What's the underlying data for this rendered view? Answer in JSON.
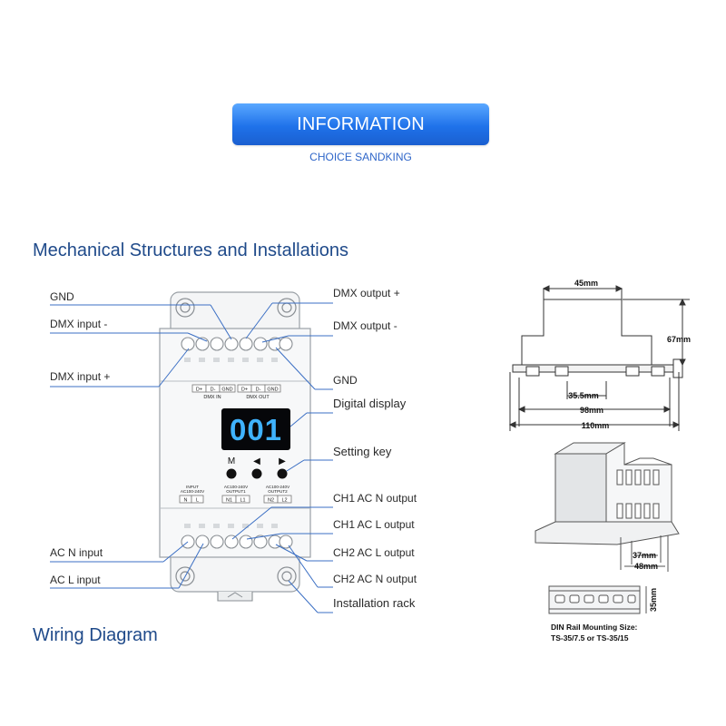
{
  "banner": {
    "title": "INFORMATION",
    "subtitle": "CHOICE SANDKING"
  },
  "headings": {
    "mechanical": "Mechanical Structures and Installations",
    "wiring": "Wiring Diagram"
  },
  "left_labels": {
    "gnd": "GND",
    "dmx_input_minus": "DMX input -",
    "dmx_input_plus": "DMX input +",
    "ac_n_input": "AC N input",
    "ac_l_input": "AC L input"
  },
  "right_labels": {
    "dmx_output_plus": "DMX output +",
    "dmx_output_minus": "DMX output -",
    "gnd": "GND",
    "digital_display": "Digital display",
    "setting_key": "Setting key",
    "ch1_ac_n_output": "CH1 AC N output",
    "ch1_ac_l_output": "CH1 AC L output",
    "ch2_ac_l_output": "CH2 AC L output",
    "ch2_ac_n_output": "CH2 AC N output",
    "installation_rack": "Installation rack"
  },
  "device": {
    "display_value": "001",
    "keys": [
      "M",
      "◀",
      "▶"
    ],
    "dmx_terminals": [
      "D+",
      "D-",
      "GND",
      "D+",
      "D-",
      "GND"
    ],
    "dmx_in_label": "DMX IN",
    "dmx_out_label": "DMX OUT",
    "input_block": {
      "title": "INPUT",
      "spec": "AC100-240V",
      "pins": [
        "N",
        "L"
      ]
    },
    "output1_block": {
      "spec": "AC100-240V",
      "title": "OUTPUT1",
      "pins": [
        "N1",
        "L1"
      ]
    },
    "output2_block": {
      "spec": "AC100-240V",
      "title": "OUTPUT2",
      "pins": [
        "N2",
        "L2"
      ]
    }
  },
  "dimensions": {
    "top_width": "45mm",
    "height": "67mm",
    "inner_width": "35.5mm",
    "mid_width": "98mm",
    "full_width": "110mm",
    "base_a": "37mm",
    "base_b": "48mm",
    "rail_height": "35mm",
    "rail_note_1": "DIN Rail Mounting Size:",
    "rail_note_2": "TS-35/7.5 or TS-35/15"
  },
  "colors": {
    "banner": "#1f72ea",
    "heading": "#1f4a8a",
    "leader": "#3b6fc4",
    "display_bg": "#06070a",
    "display_digits": "#3fb3ff"
  }
}
